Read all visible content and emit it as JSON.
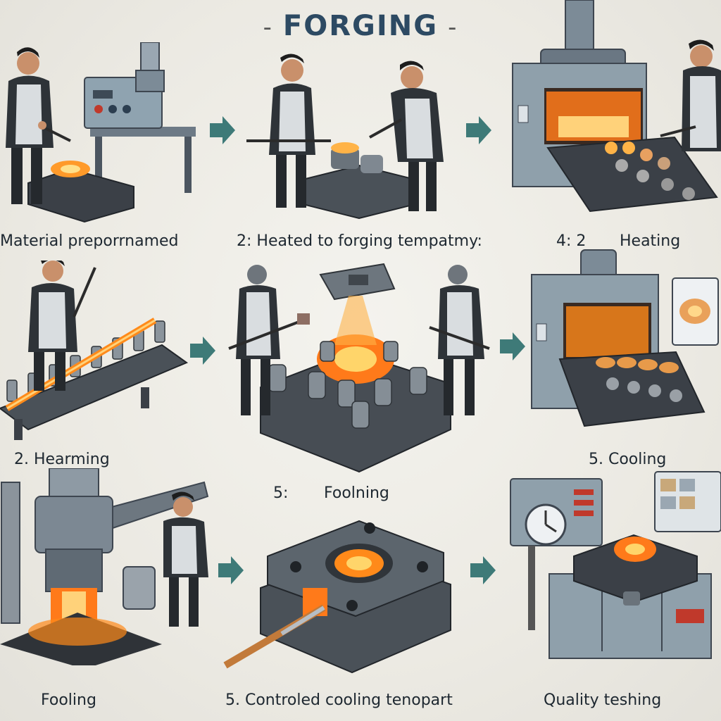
{
  "title": "FORGING",
  "title_dashes": [
    "-",
    "-"
  ],
  "labels": {
    "row1_a": "Material preporrnamed",
    "row1_b": "2:  Heated to forging tempatmy:",
    "row1_c_num": "4:  2",
    "row1_c": "Heating",
    "row2_a": "2. Hearming",
    "row2_b_num": "5:",
    "row2_b": "Foolning",
    "row2_c": "5. Cooling",
    "row3_a": "Fooling",
    "row3_b": "5. Controled cooling tenopart",
    "row3_c": "Quality teshing"
  },
  "colors": {
    "accent_arrow": "#3e7a78",
    "title": "#2d4a63",
    "steel": "#55606b",
    "hot_metal": "#ff8a1a"
  }
}
